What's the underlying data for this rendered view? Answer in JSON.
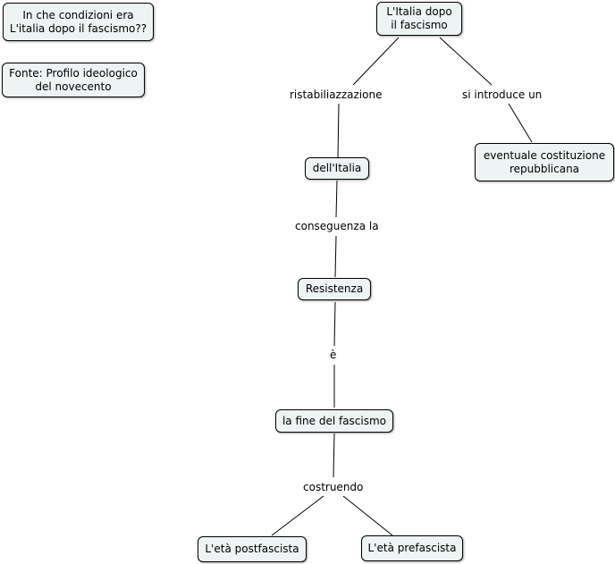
{
  "map": {
    "question": "In che condizioni era\nL'italia dopo il fascismo??",
    "source": "Fonte: Profilo ideologico\ndel novecento",
    "root": "L'Italia dopo\nil fascismo",
    "link_restore": "ristabiliazzazione",
    "link_introduce": "si introduce un",
    "node_italy": "dell'Italia",
    "node_constitution": "eventuale costituzione\nrepubblicana",
    "link_consequence": "conseguenza la",
    "node_resistance": "Resistenza",
    "link_is": "è",
    "node_end_fascism": "la fine del fascismo",
    "link_building": "costruendo",
    "node_postfascist": "L'età postfascista",
    "node_prefascist": "L'età prefascista"
  }
}
